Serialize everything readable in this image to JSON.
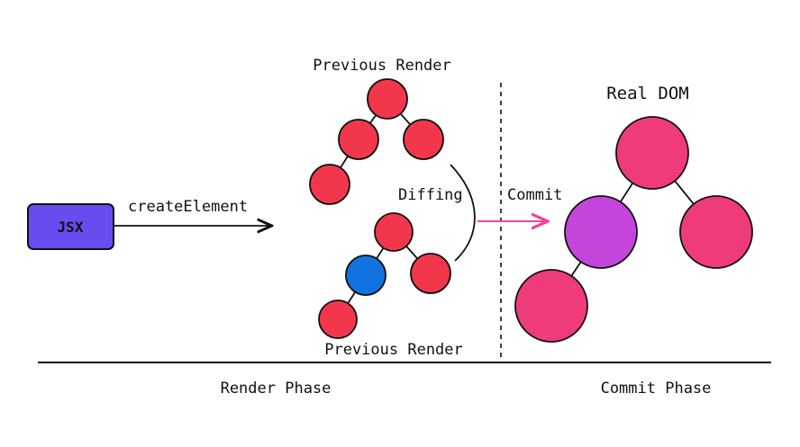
{
  "labels": {
    "jsx": "JSX",
    "create_element": "createElement",
    "previous_render_top": "Previous Render",
    "previous_render_bottom": "Previous Render",
    "diffing": "Diffing",
    "commit": "Commit",
    "real_dom": "Real DOM",
    "render_phase": "Render Phase",
    "commit_phase": "Commit Phase"
  },
  "colors": {
    "jsx_box": "#6a4bf0",
    "vdom_node": "#f2374d",
    "changed_node": "#1273e0",
    "dom_node": "#ef3b7c",
    "dom_node_changed": "#c445dc",
    "commit_arrow": "#f0449b",
    "ink": "#111111"
  }
}
